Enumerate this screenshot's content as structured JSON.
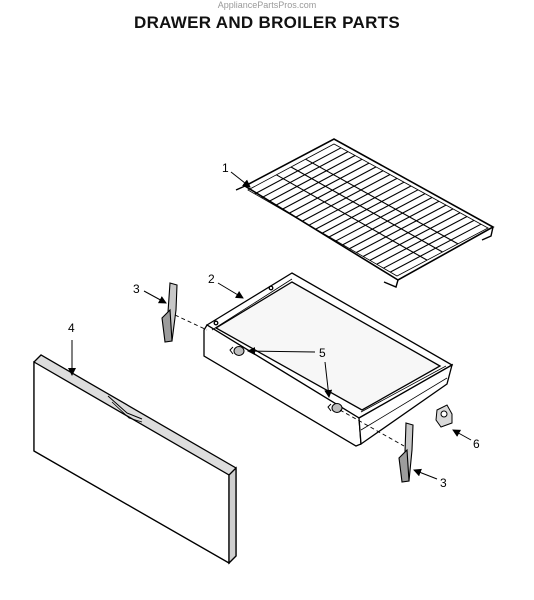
{
  "watermark": "AppliancePartsPros.com",
  "title": "DRAWER AND BROILER PARTS",
  "callouts": [
    {
      "id": "rack",
      "label": "1"
    },
    {
      "id": "broiler-pan",
      "label": "2"
    },
    {
      "id": "glide-left",
      "label": "3"
    },
    {
      "id": "drawer-panel",
      "label": "4"
    },
    {
      "id": "screw-upper",
      "label": "5"
    },
    {
      "id": "bracket",
      "label": "6"
    },
    {
      "id": "glide-right",
      "label": "3"
    }
  ]
}
